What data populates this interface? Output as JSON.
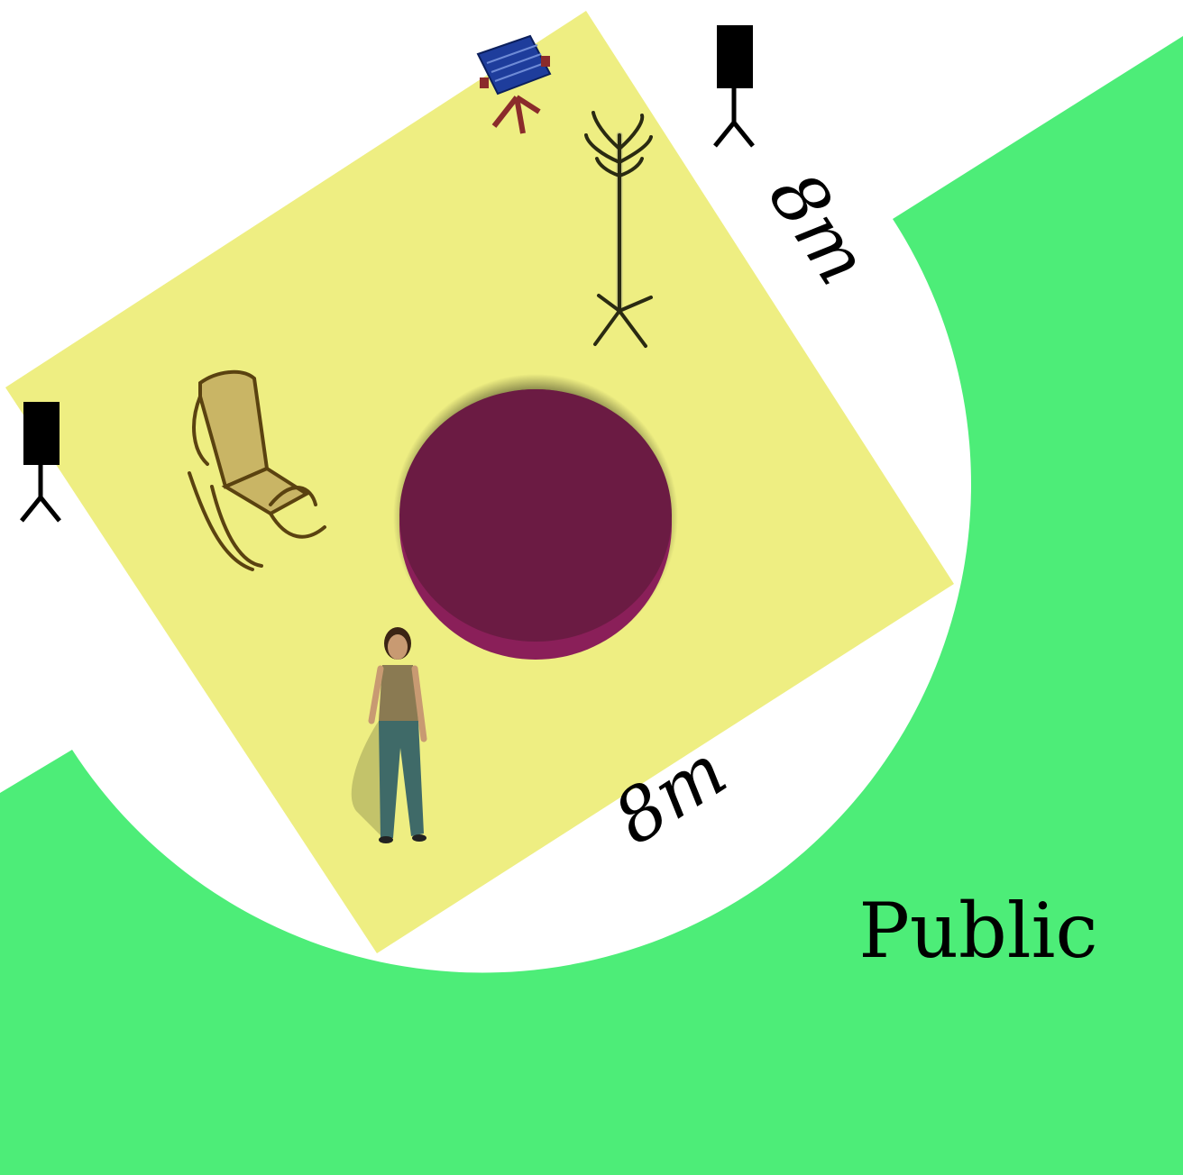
{
  "stage": {
    "dimension_right": "8m",
    "dimension_bottom": "8m"
  },
  "audience": {
    "label": "Public"
  },
  "props": [
    {
      "name": "mixing-console-icon"
    },
    {
      "name": "coat-rack-icon"
    },
    {
      "name": "rocking-chair-icon"
    },
    {
      "name": "round-platform"
    },
    {
      "name": "performer-figure"
    }
  ],
  "colors": {
    "audience_area": "#4ded78",
    "stage_floor": "#eeee82",
    "platform": "#6b1b43",
    "platform_side": "#8a1f59",
    "speaker": "#000000"
  }
}
